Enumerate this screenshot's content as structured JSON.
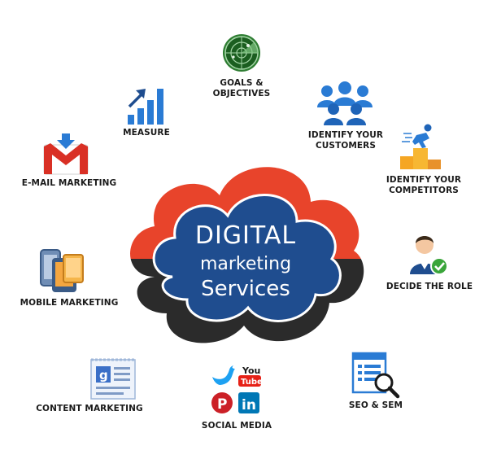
{
  "center": {
    "line1": "DIGITAL",
    "line2": "marketing",
    "line3": "Services"
  },
  "items": {
    "goals": "GOALS &",
    "goals2": "OBJECTIVES",
    "identify_customers": "IDENTIFY YOUR",
    "identify_customers2": "CUSTOMERS",
    "identify_competitors": "IDENTIFY YOUR",
    "identify_competitors2": "COMPETITORS",
    "decide_role": "DECIDE THE ROLE",
    "seo": "SEO & SEM",
    "social": "SOCIAL MEDIA",
    "content": "CONTENT MARKETING",
    "mobile": "MOBILE MARKETING",
    "email": "E-MAIL MARKETING",
    "measure": "MEASURE"
  },
  "social_icons": {
    "youtube_top": "You",
    "youtube_bottom": "Tube",
    "linkedin": "in",
    "pinterest": "P"
  },
  "colors": {
    "cloud_blue": "#1f4d8f",
    "cloud_red": "#e8442b",
    "cloud_dark": "#2b2b2b",
    "icon_blue": "#2a7bd4"
  }
}
